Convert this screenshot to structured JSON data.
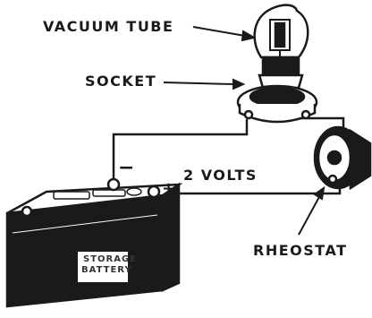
{
  "labels": {
    "vacuum_tube": "VACUUM TUBE",
    "socket": "SOCKET",
    "voltage": "2 VOLTS",
    "rheostat": "RHEOSTAT",
    "negative": "−",
    "positive": "+"
  },
  "battery": {
    "label_line1": "STORAGE",
    "label_line2": "BATTERY"
  },
  "colors": {
    "ink": "#1a1a1a",
    "paper": "#ffffff"
  }
}
